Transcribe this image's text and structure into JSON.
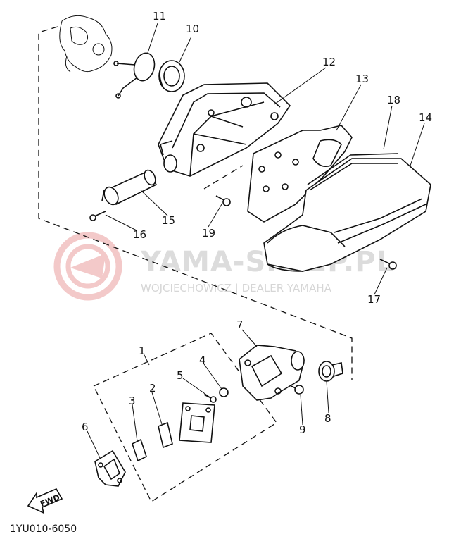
{
  "watermark": {
    "title": "YAMA-SKLEP.PL",
    "subtitle": "WOJCIECHOWICZ | DEALER YAMAHA"
  },
  "callouts": {
    "p1": "1",
    "p2": "2",
    "p3": "3",
    "p4": "4",
    "p5": "5",
    "p6": "6",
    "p7": "7",
    "p8": "8",
    "p9": "9",
    "p10": "10",
    "p11": "11",
    "p12": "12",
    "p13": "13",
    "p14": "14",
    "p15": "15",
    "p16": "16",
    "p17": "17",
    "p18": "18",
    "p19": "19"
  },
  "fwd_label": "FWD",
  "drawing_code": "1YU010-6050"
}
